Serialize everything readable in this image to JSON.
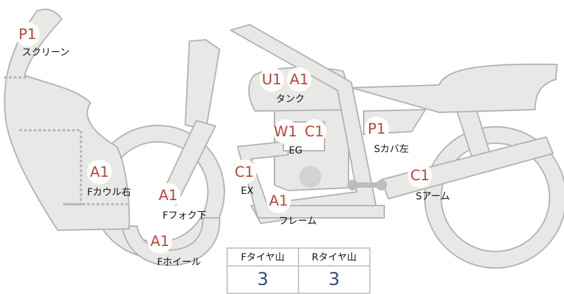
{
  "colors": {
    "part_fill": "#e8e8e6",
    "part_stroke": "#b4b4b2",
    "mark_text": "#b5473a",
    "value_text": "#3a4f7a"
  },
  "parts": [
    {
      "id": "screen",
      "label": "スクリーン",
      "marks": [
        "P1"
      ]
    },
    {
      "id": "tank",
      "label": "タンク",
      "marks": [
        "U1",
        "A1"
      ]
    },
    {
      "id": "engine",
      "label": "EG",
      "marks": [
        "W1",
        "C1"
      ]
    },
    {
      "id": "side-cover-left",
      "label": "Sカバ左",
      "marks": [
        "P1"
      ]
    },
    {
      "id": "front-cowl-right",
      "label": "Fカウル右",
      "marks": [
        "A1"
      ]
    },
    {
      "id": "exhaust",
      "label": "EX",
      "marks": [
        "C1"
      ]
    },
    {
      "id": "swing-arm",
      "label": "Sアーム",
      "marks": [
        "C1"
      ]
    },
    {
      "id": "front-fork-lower",
      "label": "Fフォク下",
      "marks": [
        "A1"
      ]
    },
    {
      "id": "frame",
      "label": "フレーム",
      "marks": [
        "A1"
      ]
    },
    {
      "id": "front-wheel",
      "label": "Fホイール",
      "marks": [
        "A1"
      ]
    }
  ],
  "tread_table": {
    "headers": [
      "Fタイヤ山",
      "Rタイヤ山"
    ],
    "values": [
      "3",
      "3"
    ]
  }
}
